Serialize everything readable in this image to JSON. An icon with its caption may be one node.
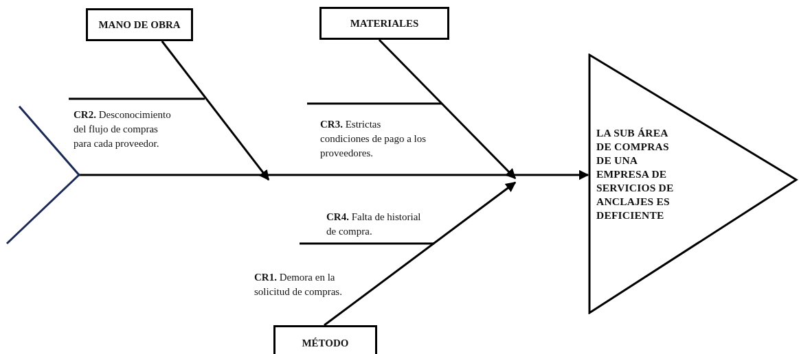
{
  "diagram": {
    "nodes": [
      {
        "text": [
          "MANO DE OBRA"
        ]
      },
      {
        "text": [
          "MATERIALES"
        ]
      },
      {
        "text": [
          "LA SUB ÁREA DE COMPRAS DE UNA EMPRESA DE SERVICIOS DE ANCLAJES ES DEFICIENTE"
        ]
      },
      {
        "text": [
          "MÉTODO"
        ]
      },
      {
        "text": [],
        "shape": "chevron"
      }
    ],
    "edges": [
      {
        "from": 4,
        "to": 2,
        "arrow": "to"
      },
      {
        "from": 0,
        "to": null,
        "arrow": "to"
      },
      {
        "from": 1,
        "to": null,
        "arrow": "to"
      },
      {
        "from": 3,
        "to": null,
        "arrow": "to"
      }
    ],
    "labels": [
      "**CR2.** Desconocimiento del flujo de compras para cada proveedor.",
      "**CR3.** Estrictas condiciones de pago a los proveedores.",
      "**CR4.** Falta de historial de compra.",
      "**CR1.** Demora en la solicitud de compras."
    ]
  }
}
